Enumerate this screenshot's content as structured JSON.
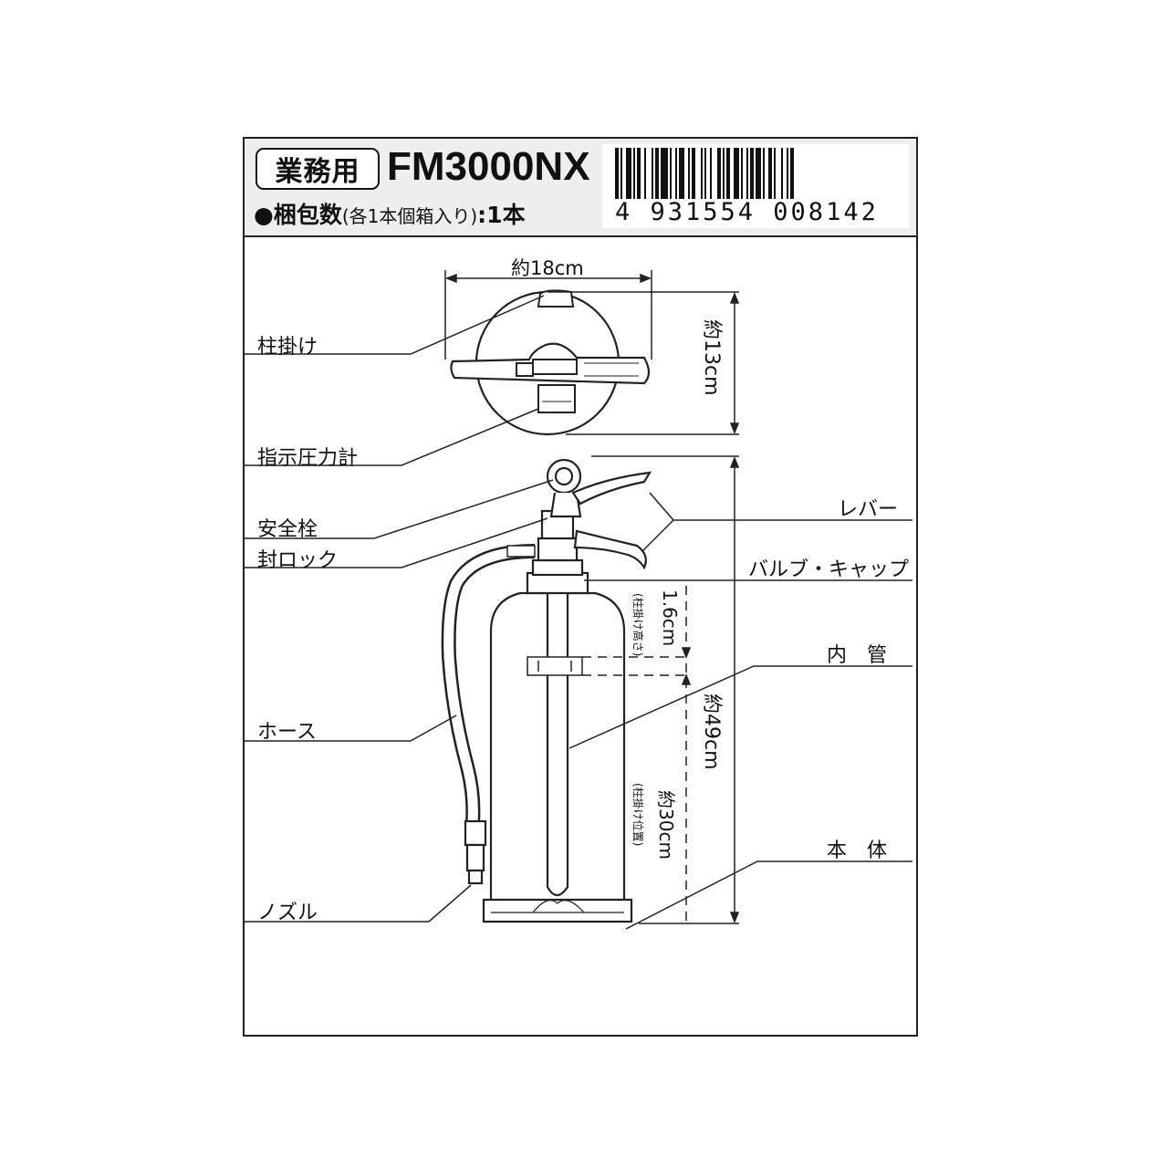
{
  "header": {
    "badge": "業務用",
    "model": "FM3000NX",
    "packing_label": "●梱包数",
    "packing_paren": "(各1本個箱入り)",
    "packing_value": ":1本",
    "barcode_number": "4 931554 008142"
  },
  "labels": {
    "bracket": "柱掛け",
    "gauge": "指示圧力計",
    "safety_pin": "安全栓",
    "seal_lock": "封ロック",
    "hose": "ホース",
    "nozzle": "ノズル",
    "lever": "レバー",
    "valve_cap": "バルブ・キャップ",
    "inner_tube": "内　管",
    "body": "本　体"
  },
  "dimensions": {
    "width": "約18cm",
    "depth": "約13cm",
    "height": "約49cm",
    "bracket_height_label": "(柱掛け高さ)",
    "bracket_height": "1.6cm",
    "bracket_position_label": "(柱掛け位置)",
    "bracket_position": "約30cm"
  },
  "colors": {
    "line": "#222222",
    "header_bg": "#eeeeee"
  }
}
